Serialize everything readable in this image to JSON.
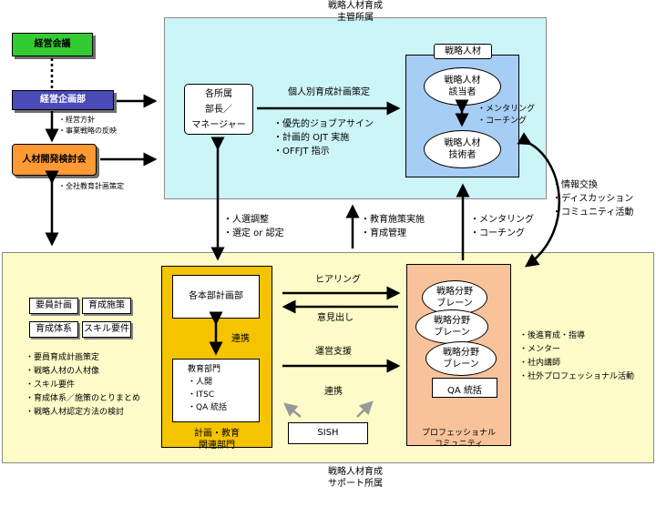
{
  "top_region": {
    "title_line1": "戦略人材育成",
    "title_line2": "主管所属"
  },
  "bottom_region": {
    "title_line1": "戦略人材育成",
    "title_line2": "サポート所属"
  },
  "left": {
    "keiei_kaigi": "経営会議",
    "keiei_kikakubu": "経営企画部",
    "kikakubu_notes": [
      "経営方針",
      "事業戦略の反映"
    ],
    "jinzai_kaihatsu": "人材開発検討会",
    "zensha_note": "全社教育計画策定"
  },
  "manager_box": {
    "lines": [
      "各所属",
      "部長／",
      "マネージャー"
    ]
  },
  "plan_label": "個人別育成計画策定",
  "plan_bullets": [
    "優先的ジョブアサイン",
    "計画的 OJT 実施",
    "OFFJT 指示"
  ],
  "senryaku_group": {
    "title": "戦略人材",
    "gaitousha": [
      "戦略人材",
      "該当者"
    ],
    "gijutsusha": [
      "戦略人材",
      "技術者"
    ]
  },
  "mentor_bullets_top": [
    "メンタリング",
    "コーチング"
  ],
  "info_bullets": [
    "情報交換",
    "ディスカッション",
    "コミュニティ活動"
  ],
  "mid_labels": {
    "jinsen": [
      "人選調整",
      "選定 or 認定"
    ],
    "kyoiku_shisaku": [
      "教育施策実施",
      "育成管理"
    ],
    "mentor_mid": [
      "メンタリング",
      "コーチング"
    ]
  },
  "docs": [
    "要員計画",
    "育成施策",
    "育成体系",
    "スキル要件"
  ],
  "left_bullets": [
    "要員育成計画策定",
    "戦略人材の人材像",
    "スキル要件",
    "育成体系／施策のとりまとめ",
    "戦略人材認定方法の検討"
  ],
  "planning": {
    "kakuhonbu": "各本部計画部",
    "renkei": "連携",
    "kyoiku_bumon": "教育部門",
    "kyoiku_items": [
      "人開",
      "ITSC",
      "QA 統括"
    ],
    "group_label": [
      "計画・教育",
      "関連部門"
    ]
  },
  "arrows_text": {
    "hearing": "ヒアリング",
    "iken": "意見出し",
    "unei": "運営支援",
    "renkei2": "連携"
  },
  "sish": "SISH",
  "community": {
    "brain": [
      "戦略分野",
      "ブレーン"
    ],
    "qa": "QA 統括",
    "label": [
      "プロフェッショナル",
      "コミュニティ"
    ]
  },
  "right_bullets": [
    "後進育成・指導",
    "メンター",
    "社内講師",
    "社外プロフェッショナル活動"
  ],
  "colors": {
    "top_bg": "#ccf5f7",
    "bottom_bg": "#fdfbc8",
    "green": "#33cc33",
    "purple": "#4a4ab8",
    "orange": "#ff9933",
    "gold": "#f5c400",
    "peach": "#f8c39a",
    "lightblue": "#a6cdf4"
  }
}
